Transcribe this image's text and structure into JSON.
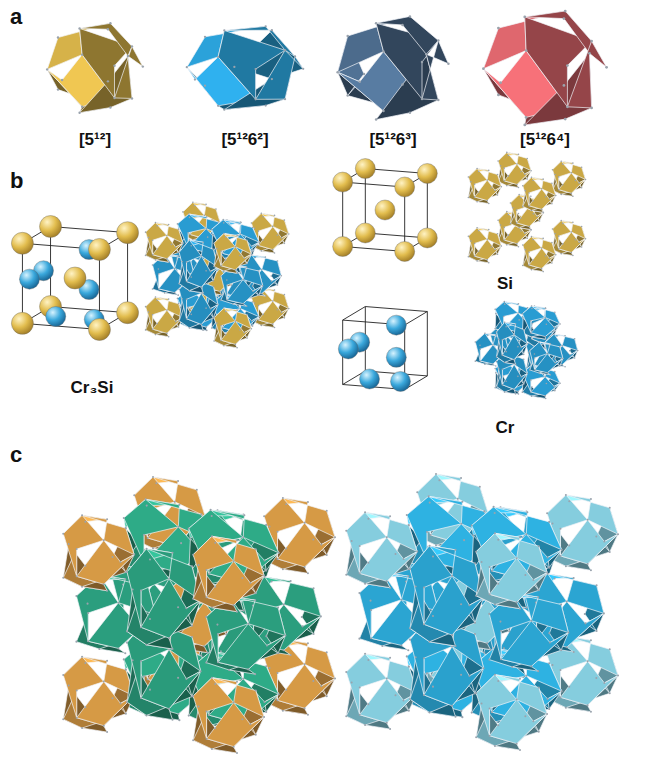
{
  "diagram": {
    "labels": [
      "a",
      "[5¹²]",
      "[5¹²6²]",
      "[5¹²6³]",
      "[5¹²6⁴]",
      "b",
      "Cr₃Si",
      "Si",
      "Cr",
      "c"
    ]
  }
}
